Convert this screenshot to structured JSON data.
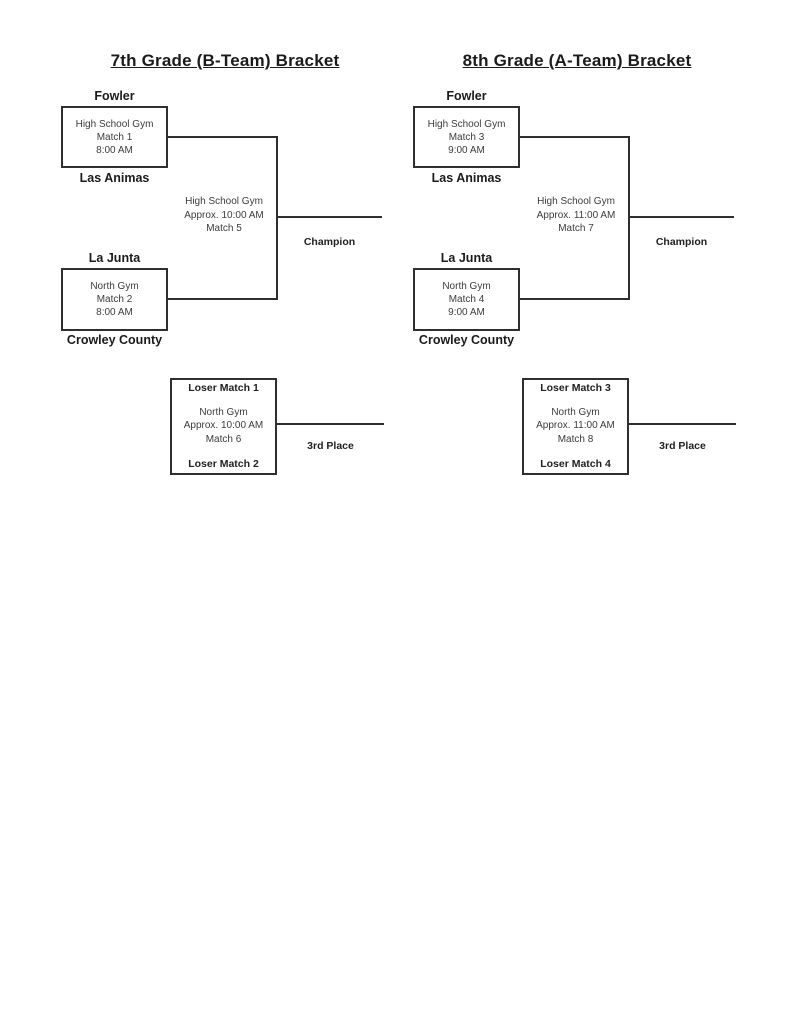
{
  "colors": {
    "background": "#ffffff",
    "line": "#2f2f2f",
    "heading_text": "#1b1b1b",
    "detail_text": "#3d3c38"
  },
  "brackets": [
    {
      "title": "7th Grade (B-Team) Bracket",
      "semifinal1": {
        "top_team": "Fowler",
        "venue": "High School Gym",
        "match": "Match 1",
        "time": "8:00 AM",
        "bottom_team": "Las Animas"
      },
      "semifinal2": {
        "top_team": "La Junta",
        "venue": "North Gym",
        "match": "Match 2",
        "time": "8:00 AM",
        "bottom_team": "Crowley County"
      },
      "final": {
        "venue": "High School Gym",
        "time": "Approx. 10:00 AM",
        "match": "Match 5",
        "label": "Champion"
      },
      "third_place": {
        "top_seed": "Loser Match 1",
        "venue": "North Gym",
        "time": "Approx. 10:00 AM",
        "match": "Match 6",
        "bottom_seed": "Loser Match 2",
        "label": "3rd Place"
      }
    },
    {
      "title": "8th Grade (A-Team) Bracket",
      "semifinal1": {
        "top_team": "Fowler",
        "venue": "High School Gym",
        "match": "Match 3",
        "time": "9:00 AM",
        "bottom_team": "Las Animas"
      },
      "semifinal2": {
        "top_team": "La Junta",
        "venue": "North Gym",
        "match": "Match 4",
        "time": "9:00 AM",
        "bottom_team": "Crowley County"
      },
      "final": {
        "venue": "High School Gym",
        "time": "Approx. 11:00 AM",
        "match": "Match 7",
        "label": "Champion"
      },
      "third_place": {
        "top_seed": "Loser Match 3",
        "venue": "North Gym",
        "time": "Approx. 11:00 AM",
        "match": "Match 8",
        "bottom_seed": "Loser Match 4",
        "label": "3rd Place"
      }
    }
  ]
}
